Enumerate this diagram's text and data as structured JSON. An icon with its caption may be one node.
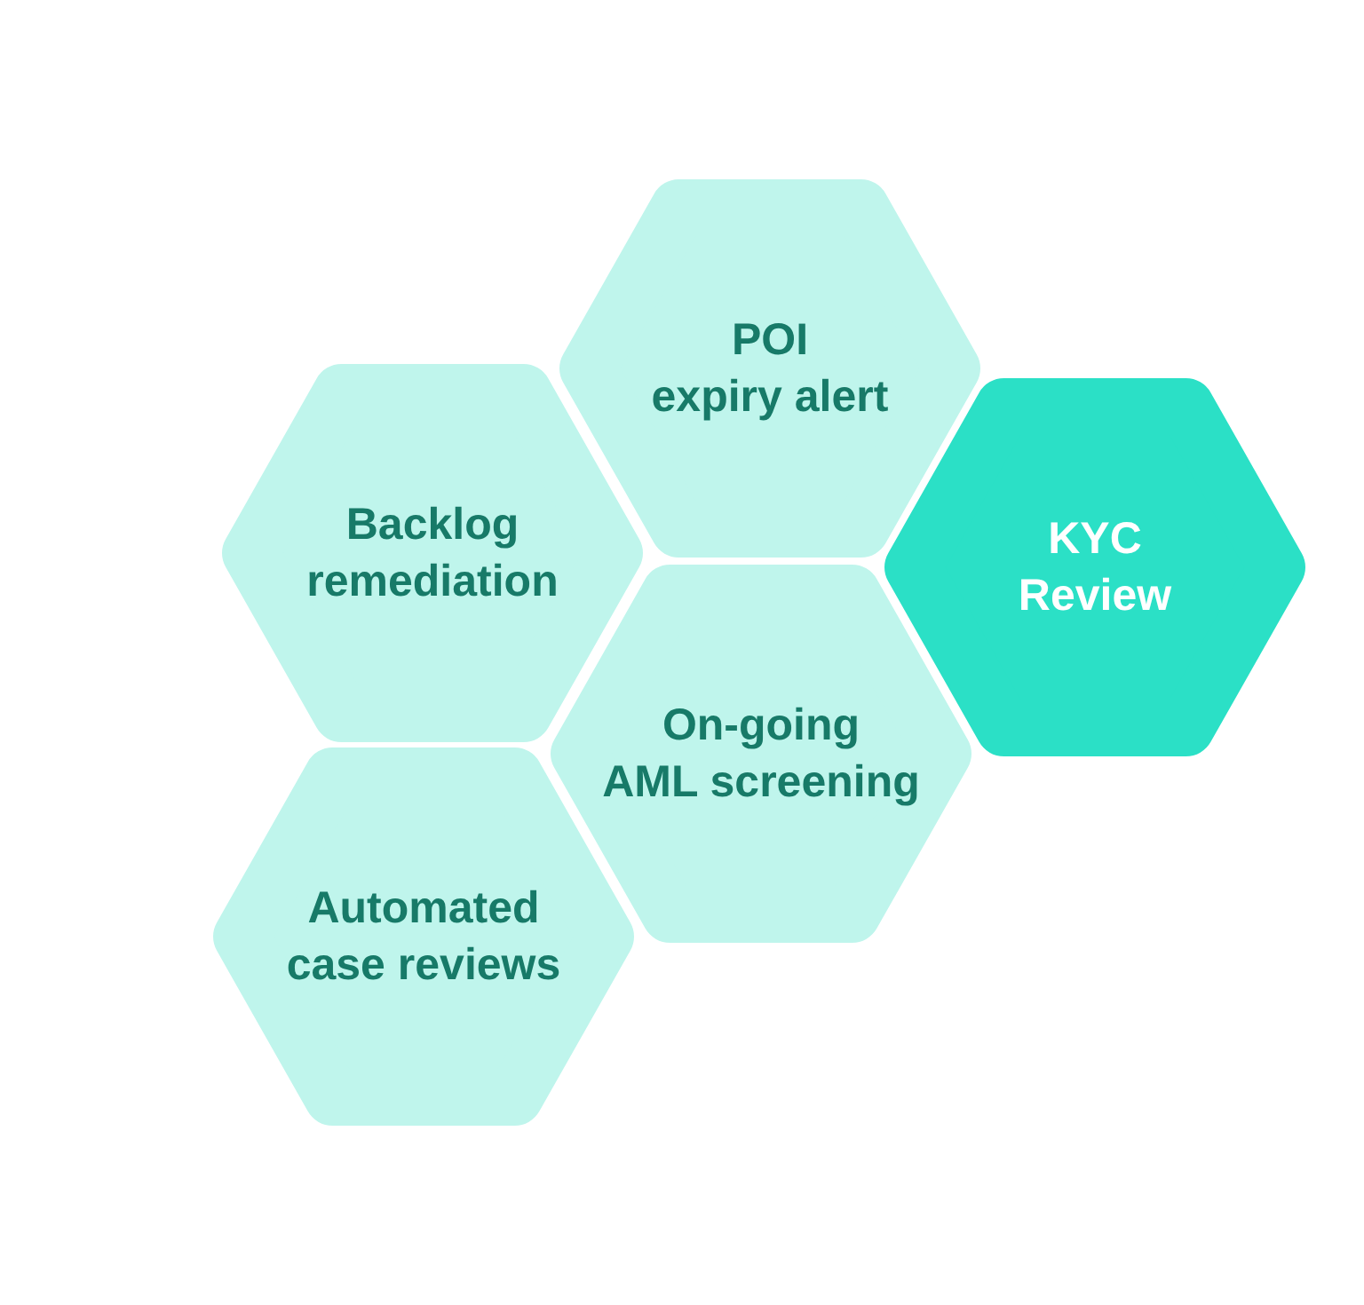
{
  "diagram": {
    "nodes": [
      {
        "text": [
          "POI expiry alert"
        ]
      },
      {
        "text": [
          "Backlog remediation"
        ]
      },
      {
        "text": [
          "KYC Review"
        ]
      },
      {
        "text": [
          "On-going AML screening"
        ]
      },
      {
        "text": [
          "Automated case reviews"
        ]
      }
    ]
  }
}
